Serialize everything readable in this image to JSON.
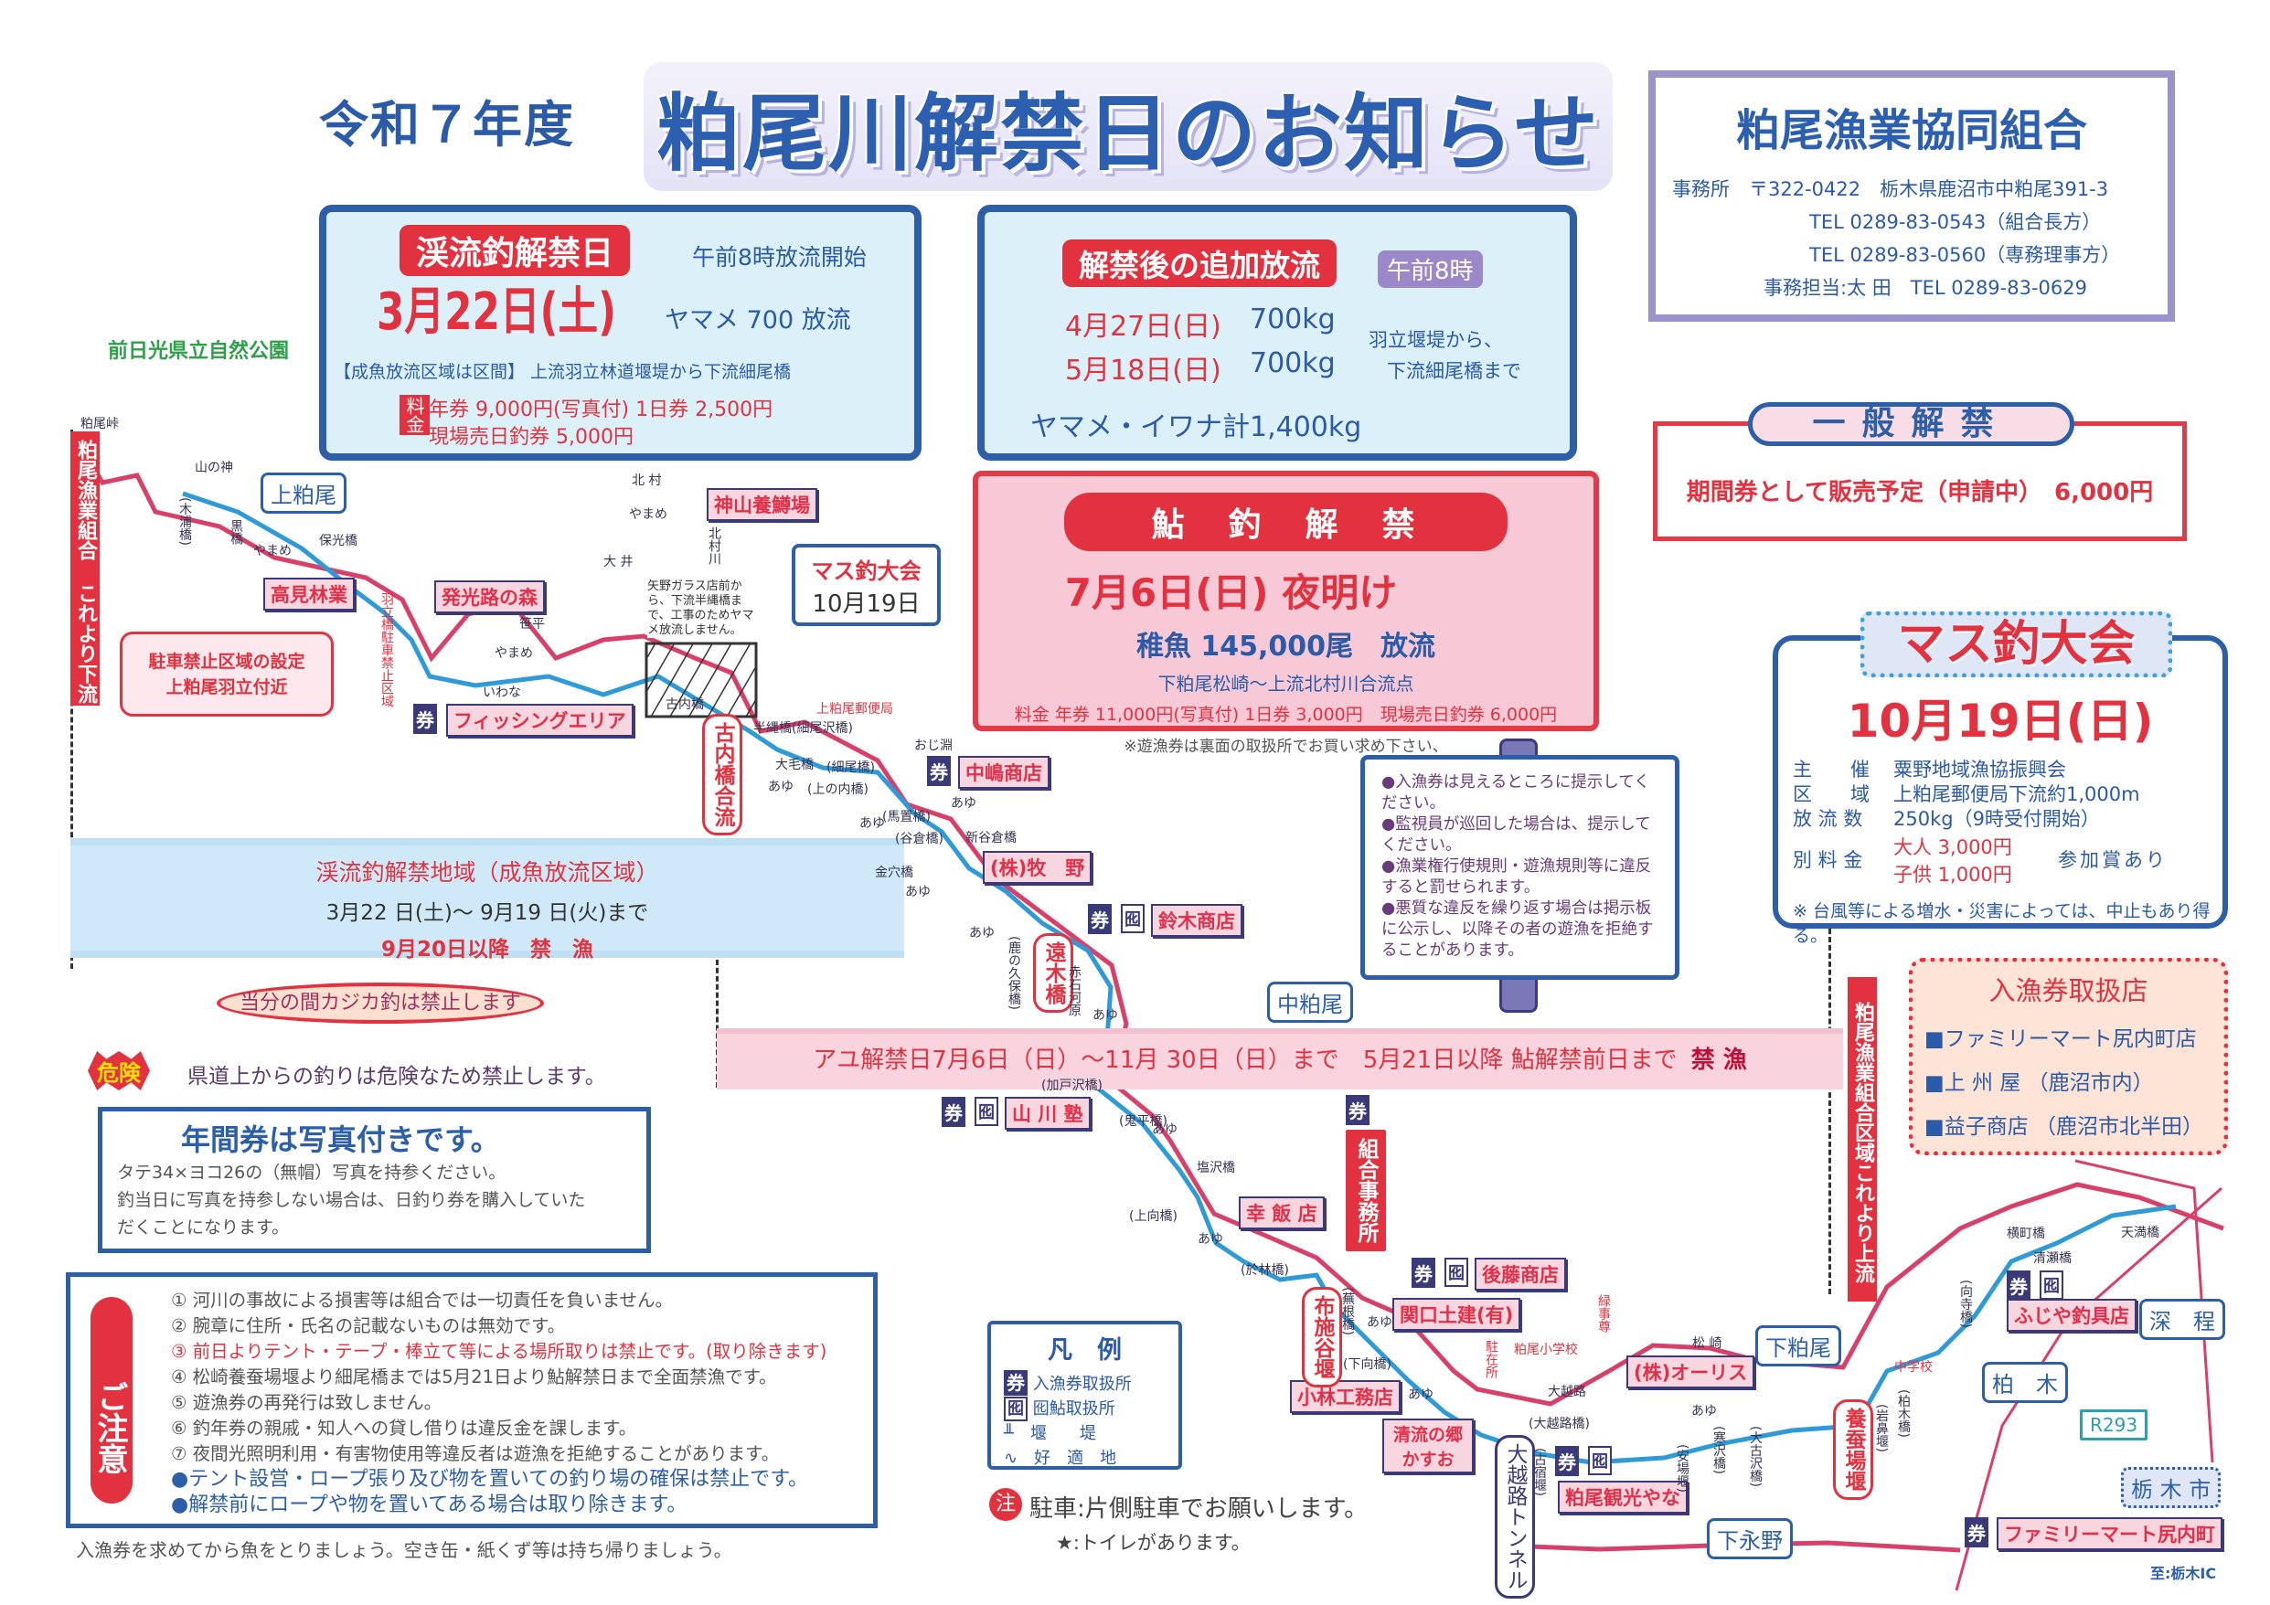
{
  "header": {
    "year_label": "令和７年度",
    "title": "粕尾川解禁日のお知らせ"
  },
  "org": {
    "name": "粕尾漁業協同組合",
    "office_line": "事務所　〒322-0422　栃木県鹿沼市中粕尾391-3",
    "tel1": "TEL 0289-83-0543（組合長方）",
    "tel2": "TEL 0289-83-0560（専務理事方）",
    "contact": "事務担当:太 田　TEL 0289-83-0629"
  },
  "park_label": "前日光県立自然公園",
  "keiryu": {
    "badge": "渓流釣解禁日",
    "start_note": "午前8時放流開始",
    "date": "3月22日(土)",
    "release": "ヤマメ 700 放流",
    "area": "【成魚放流区域は区間】 上流羽立林道堰堤から下流細尾橋",
    "fee_label": "料金",
    "fee1": "年券 9,000円(写真付) 1日券 2,500円",
    "fee2": "現場売日釣券 5,000円"
  },
  "additional": {
    "badge": "解禁後の追加放流",
    "time": "午前8時",
    "rows": [
      {
        "date": "4月27日(日)",
        "amount": "700kg"
      },
      {
        "date": "5月18日(日)",
        "amount": "700kg"
      }
    ],
    "area1": "羽立堰堤から、",
    "area2": "下流細尾橋まで",
    "total_label": "ヤマメ・イワナ",
    "total": "計1,400kg"
  },
  "ayu": {
    "badge": "鮎　釣　解　禁",
    "date": "7月6日(日) 夜明け",
    "release": "稚魚 145,000尾　放流",
    "area": "下粕尾松崎～上流北村川合流点",
    "fees": "料金 年券 11,000円(写真付) 1日券 3,000円　現場売日釣券 6,000円",
    "note": "※遊漁券は裏面の取扱所でお買い求め下さい、"
  },
  "general": {
    "badge": "一般解禁",
    "text": "期間券として販売予定（申請中）　6,000円"
  },
  "masu": {
    "badge": "マス釣大会",
    "date": "10月19日(日)",
    "rows": [
      {
        "label": "主　　催",
        "value": "粟野地域漁協振興会"
      },
      {
        "label": "区　　域",
        "value": "上粕尾郵便局下流約1,000m"
      },
      {
        "label": "放 流 数",
        "value": "250kg（9時受付開始）"
      }
    ],
    "fee_label": "別 料 金",
    "fee_adult": "大人 3,000円",
    "fee_child": "子供 1,000円",
    "prize": "参加賞あり",
    "note": "※ 台風等による増水・災害によっては、中止もあり得る。"
  },
  "ticket_shops": {
    "title": "入漁券取扱店",
    "items": [
      "■ファミリーマート尻内町店",
      "■上 州 屋 （鹿沼市内）",
      "■益子商店 （鹿沼市北半田）"
    ]
  },
  "signboard": {
    "items": [
      "●入漁券は見えるところに提示してください。",
      "●監視員が巡回した場合は、提示してください。",
      "●漁業権行使規則・遊漁規則等に違反すると罰せられます。",
      "●悪質な違反を繰り返す場合は掲示板に公示し、以降その者の遊漁を拒絶することがあります。"
    ]
  },
  "zones": {
    "keiryu_title": "渓流釣解禁地域（成魚放流区域）",
    "keiryu_period": "3月22 日(土)～ 9月19 日(火)まで",
    "keiryu_closed": "9月20日以降　禁　漁",
    "ayu_band": "アユ解禁日7月6日（日）～11月 30日（日）まで　5月21日以降 鮎解禁前日まで",
    "ayu_band_closed": "禁 漁",
    "left_boundary": "粕尾漁業組合 これより下流",
    "right_boundary": "粕尾漁業組合区域これより上流"
  },
  "notices": {
    "kajika": "当分の間カジカ釣は禁止します",
    "danger_badge": "危険",
    "danger_text": "県道上からの釣りは危険なため禁止します。",
    "parking_ban1": "駐車禁止区域の設定",
    "parking_ban2": "上粕尾羽立付近"
  },
  "annual": {
    "title": "年間券は写真付きです。",
    "lines": [
      "タテ34×ヨコ26の（無帽）写真を持参ください。",
      "釣当日に写真を持参しない場合は、日釣り券を購入していた",
      "だくことになります。"
    ]
  },
  "caution": {
    "badge": "ご注意",
    "items": [
      "① 河川の事故による損害等は組合では一切責任を負いません。",
      "② 腕章に住所・氏名の記載ないものは無効です。",
      "③ 前日よりテント・テープ・棒立て等による場所取りは禁止です。(取り除きます)",
      "④ 松崎養蚕場堰より細尾橋までは5月21日より鮎解禁日まで全面禁漁です。",
      "⑤ 遊漁券の再発行は致しません。",
      "⑥ 釣年券の親戚・知人への貸し借りは違反金を課します。",
      "⑦ 夜間光照明利用・有害物使用等違反者は遊漁を拒絶することがあります。"
    ],
    "bullets": [
      "●テント設営・ロープ張り及び物を置いての釣り場の確保は禁止です。",
      "●解禁前にロープや物を置いてある場合は取り除きます。"
    ],
    "footer": "入漁券を求めてから魚をとりましょう。空き缶・紙くず等は持ち帰りましょう。"
  },
  "legend": {
    "title": "凡　例",
    "items": [
      {
        "mark": "券",
        "label": "入漁券取扱所"
      },
      {
        "mark": "囮",
        "label": "囮鮎取扱所"
      },
      {
        "mark": "╨",
        "label": "堰　　堤"
      },
      {
        "mark": "∿",
        "label": "好　適　地"
      }
    ]
  },
  "parking": {
    "badge": "注",
    "text": "駐車:片側駐車でお願いします。",
    "toilet": "★:トイレがあります。"
  },
  "map": {
    "ticket_mark": "券",
    "otori_mark": "囮",
    "places": [
      "上粕尾",
      "中粕尾",
      "下粕尾",
      "下永野",
      "深　程",
      "柏　木",
      "栃 木 市",
      "R293"
    ],
    "shops": [
      "高見林業",
      "発光路の森",
      "神山養鱒場",
      "フィッシングエリア",
      "中嶋商店",
      "(株)牧　野",
      "鈴木商店",
      "山 川 塾",
      "幸 飯 店",
      "後藤商店",
      "関口土建(有)",
      "(株)オーリス",
      "小林工務店",
      "清流の郷 かすお",
      "粕尾観光やな",
      "ふじや釣具店",
      "ファミリーマート尻内町"
    ],
    "weirs": [
      "古内橋合流",
      "遠木橋",
      "布施谷堰",
      "養蚕場堰",
      "大越路トンネル",
      "組合事務所"
    ],
    "masu_small_title": "マス釣大会",
    "masu_small_date": "10月19日",
    "construction_note": "矢野ガラス店前から、下流半縄橋まで、工事のためヤマメ放流しません。",
    "labels": [
      "粕尾峠",
      "山の神",
      "(木浦橋)",
      "黒橋",
      "保光橋",
      "やまめ",
      "笹平",
      "やまめ",
      "いわな",
      "北 村",
      "やまめ",
      "北村川",
      "大 井",
      "古内橋",
      "上粕尾郵便局",
      "おじ淵",
      "半縄橋(細尾沢橋)",
      "大毛橋",
      "(細尾橋)",
      "(上の内橋)",
      "(馬置橋)",
      "(谷倉橋)",
      "新谷倉橋",
      "金穴橋",
      "(鹿の久保橋)",
      "赤石河原",
      "(加戸沢橋)",
      "(鬼平橋)",
      "塩沢橋",
      "(上向橋)",
      "(於林橋)",
      "(蕪根橋)",
      "(下向橋)",
      "粕尾小学校",
      "駐在所",
      "緑事尊",
      "大越路",
      "(大越路橋)",
      "(古宿堰)",
      "(安場堰)",
      "(寒沢橋)",
      "(大古沢橋)",
      "(岩鼻堰)",
      "(柏木橋)",
      "中学校",
      "(向寺橋)",
      "松 崎",
      "横町橋",
      "清瀬橋",
      "天満橋",
      "至:栃木IC",
      "羽立橋駐車禁止区域",
      "あゆ"
    ]
  },
  "colors": {
    "navy": "#2c5fa8",
    "red": "#e2323f",
    "light_blue": "#dcf0fa",
    "pink": "#f7c9d6",
    "river": "#2e9ad8",
    "road": "#d8406a"
  }
}
